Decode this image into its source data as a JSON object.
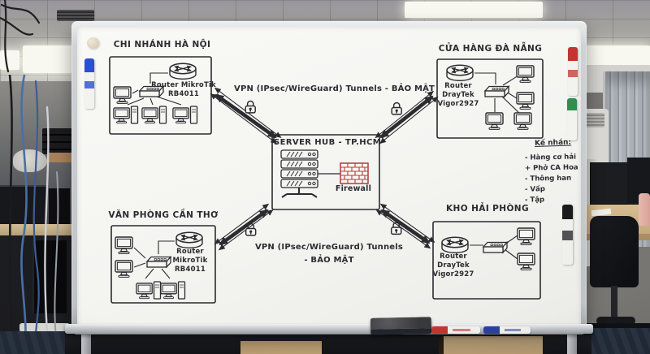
{
  "diagram": {
    "hub": {
      "title": "SERVER HUB - TP.HCM",
      "firewall_label": "Firewall"
    },
    "sites": {
      "hanoi": {
        "title": "CHI NHÁNH HÀ NỘI",
        "device1": "Router MikroTik",
        "device2": "RB4011"
      },
      "danang": {
        "title": "CỬA HÀNG ĐÀ NẴNG",
        "device1": "Router",
        "device2": "DrayTek",
        "device3": "Vigor2927"
      },
      "cantho": {
        "title": "VĂN PHÒNG CẦN THƠ",
        "device1": "Router",
        "device2": "MikroTik",
        "device3": "RB4011"
      },
      "haiphong": {
        "title": "KHO HẢI PHÒNG",
        "device1": "Router",
        "device2": "DrayTek",
        "device3": "Vigor2927"
      }
    },
    "tunnels": {
      "top_label": "VPN (IPsec/WireGuard) Tunnels - BẢO MẬT",
      "bottom_label_line1": "VPN (IPsec/WireGuard) Tunnels",
      "bottom_label_line2": "- BẢO MẬT"
    },
    "note": {
      "title": "Kế nhán:",
      "items": [
        "- Hàng cơ hải",
        "+ Phở CA Hoa",
        "- Thông han",
        "- Vấp",
        "- Tập"
      ]
    },
    "colors": {
      "ink": "#2b2b30",
      "firewall_red": "#b23b35",
      "board_white": "#f4f4f1"
    }
  },
  "accessories": {
    "edge_marker_colors": [
      "#2b4fd4",
      "#c43430",
      "#2e8f4e",
      "#1a1a1c"
    ],
    "tray_marker_colors": [
      "#c23630",
      "#2b3f9e"
    ],
    "eraser_color": "#46464a"
  }
}
